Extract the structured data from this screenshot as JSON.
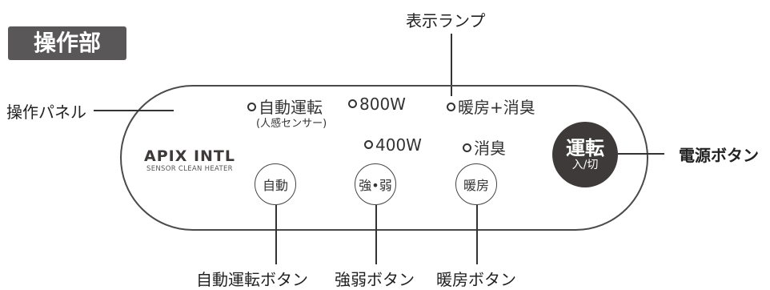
{
  "section_tag": "操作部",
  "callouts": {
    "panel": "操作パネル",
    "lamp": "表示ランプ",
    "power": "電源ボタン",
    "auto": "自動運転ボタン",
    "strength": "強弱ボタン",
    "heat": "暖房ボタン"
  },
  "indicators": {
    "auto": "自動運転",
    "auto_sub": "(人感センサー)",
    "w800": "800W",
    "heat_deodorize": "暖房+消臭",
    "w400": "400W",
    "deodorize": "消臭"
  },
  "buttons": {
    "auto": "自動",
    "strength": "強•弱",
    "heat": "暖房",
    "power_main": "運転",
    "power_sub": "入/切"
  },
  "logo": {
    "brand": "APIX INTL",
    "tagline": "SENSOR CLEAN HEATER"
  },
  "colors": {
    "tag_bg": "#595757",
    "power_bg": "#3e3a39",
    "outline": "#4a4a4a"
  }
}
